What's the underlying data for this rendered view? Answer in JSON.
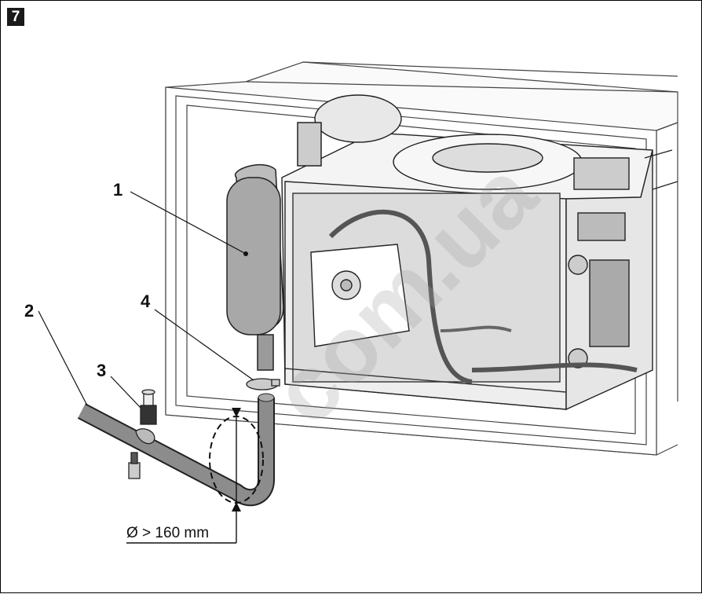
{
  "figure": {
    "number": "7"
  },
  "callouts": {
    "c1": "1",
    "c2": "2",
    "c3": "3",
    "c4": "4"
  },
  "dimension": {
    "label": "Ø > 160 mm"
  },
  "watermark": {
    "text": "com.ua"
  },
  "colors": {
    "hose": "#8c8c8c",
    "tank": "#a8a8a8",
    "line": "#1a1a1a",
    "box": "#f2f2f2"
  }
}
